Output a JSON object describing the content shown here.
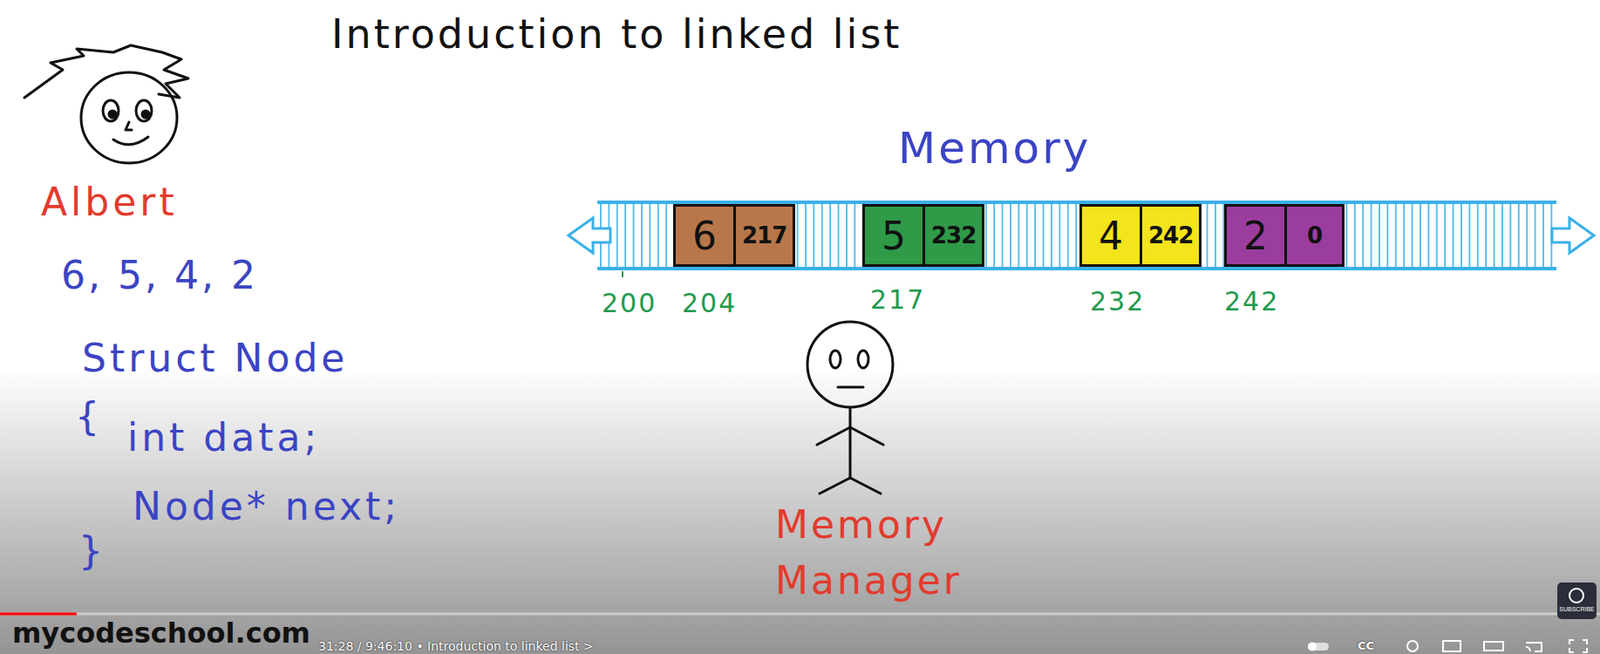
{
  "diagram": {
    "title": "Introduction to linked list",
    "nodes": [
      {
        "text": [
          "Memory"
        ]
      },
      {
        "text": [
          "6",
          "217"
        ],
        "in": 0
      },
      {
        "text": [
          "5",
          "232"
        ],
        "in": 0
      },
      {
        "text": [
          "4",
          "242"
        ],
        "in": 0
      },
      {
        "text": [
          "2",
          "0"
        ],
        "in": 0
      }
    ],
    "labels": [
      "200",
      "204",
      "217",
      "232",
      "242",
      "Albert",
      "6, 5, 4, 2",
      "Struct Node",
      "{",
      "int data;",
      "Node* next;",
      "}",
      "Memory Manager",
      "mycodeschool.com",
      "31:28 / 9:46:10 • Introduction to linked list >",
      "CC",
      "SUBSCRIBE"
    ]
  }
}
